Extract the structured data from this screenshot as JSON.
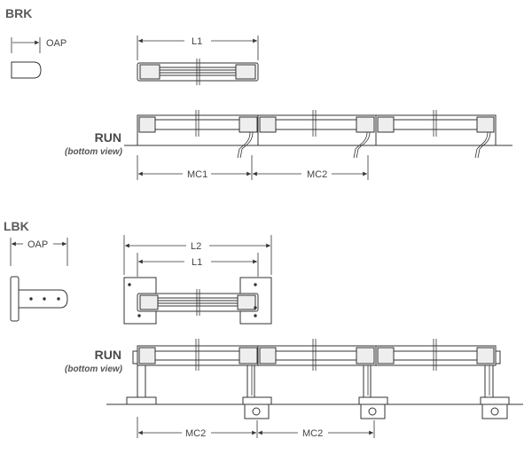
{
  "brk": {
    "title": "BRK",
    "oap": "OAP",
    "l1": "L1",
    "run_label": "RUN",
    "run_sub": "(bottom view)",
    "mc1": "MC1",
    "mc2": "MC2"
  },
  "lbk": {
    "title": "LBK",
    "oap": "OAP",
    "l1": "L1",
    "l2": "L2",
    "run_label": "RUN",
    "run_sub": "(bottom view)",
    "mc2a": "MC2",
    "mc2b": "MC2"
  },
  "colors": {
    "line": "#333333",
    "fill_light": "#f4f4f4",
    "bracket": "#dddddd"
  }
}
